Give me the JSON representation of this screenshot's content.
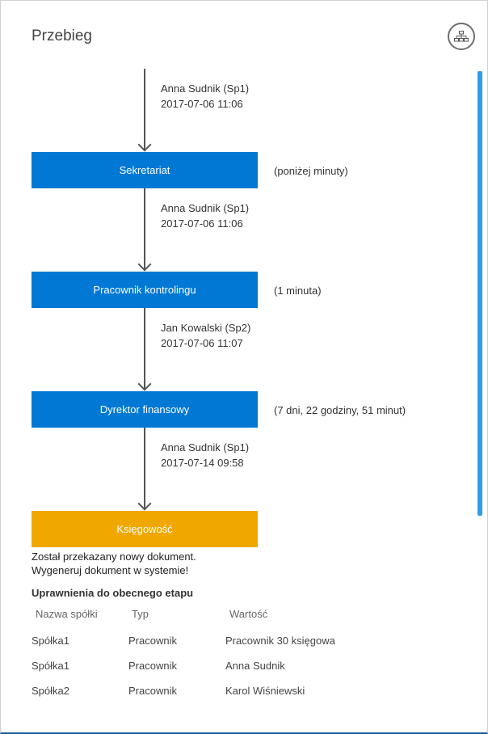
{
  "header": {
    "title": "Przebieg",
    "flow_icon": "sitemap-icon"
  },
  "colors": {
    "stage_blue": "#0078d4",
    "stage_current": "#f0a800",
    "scrollbar": "#2e9ee6"
  },
  "flow": {
    "transitions": [
      {
        "user": "Anna Sudnik (Sp1)",
        "date": "2017-07-06 11:06"
      },
      {
        "user": "Anna Sudnik (Sp1)",
        "date": "2017-07-06 11:06"
      },
      {
        "user": "Jan Kowalski (Sp2)",
        "date": "2017-07-06 11:07"
      },
      {
        "user": "Anna Sudnik (Sp1)",
        "date": "2017-07-14 09:58"
      }
    ],
    "stages": [
      {
        "name": "Sekretariat",
        "duration": "(poniżej minuty)"
      },
      {
        "name": "Pracownik kontrolingu",
        "duration": "(1 minuta)"
      },
      {
        "name": "Dyrektor finansowy",
        "duration": "(7 dni, 22 godziny, 51 minut)"
      },
      {
        "name": "Księgowość"
      }
    ]
  },
  "message": {
    "line1": "Został przekazany nowy dokument.",
    "line2": "Wygeneruj dokument w systemie!"
  },
  "permissions": {
    "title": "Uprawnienia do obecnego etapu",
    "headers": [
      "Nazwa spółki",
      "Typ",
      "Wartość"
    ],
    "rows": [
      [
        "Spółka1",
        "Pracownik",
        "Pracownik 30 księgowa"
      ],
      [
        "Spółka1",
        "Pracownik",
        "Anna Sudnik"
      ],
      [
        "Spółka2",
        "Pracownik",
        "Karol Wiśniewski"
      ]
    ]
  }
}
